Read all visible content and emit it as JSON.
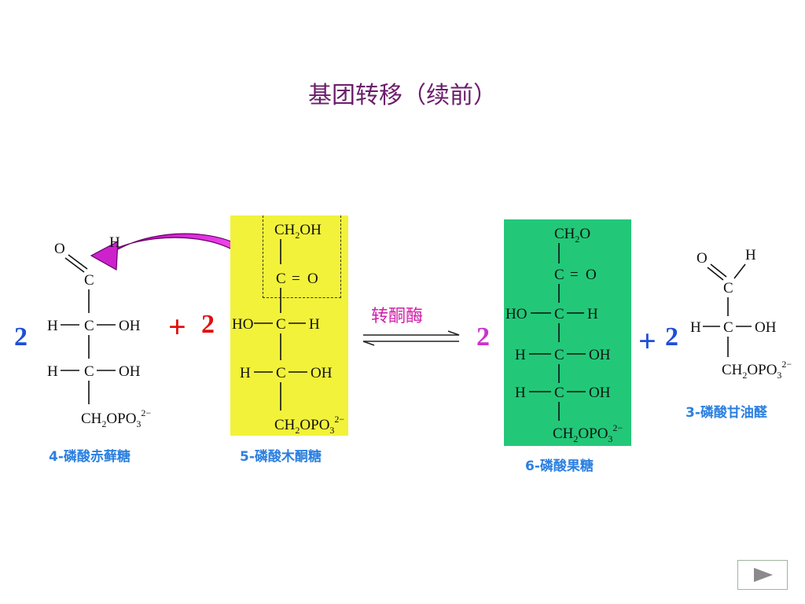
{
  "title": "基团转移（续前）",
  "reaction": {
    "coef_left1": "2",
    "plus1": "+",
    "coef_left2": "2",
    "enzyme": "转酮酶",
    "coef_right1": "2",
    "plus2": "+",
    "coef_right2": "2"
  },
  "molecules": {
    "erythrose": {
      "name": "4-磷酸赤藓糖",
      "atoms": {
        "o": "O",
        "h_top": "H",
        "c1": "C",
        "h2": "H",
        "c2": "C",
        "oh2": "OH",
        "h3": "H",
        "c3": "C",
        "oh3": "OH",
        "tail": "CH",
        "tail_sub": "2",
        "tail_mid": "OPO",
        "tail_sub2": "3",
        "tail_sup": "2−"
      }
    },
    "xylulose": {
      "name": "5-磷酸木酮糖",
      "atoms": {
        "top": "CH",
        "top_sub": "2",
        "top_tail": "OH",
        "c2": "C",
        "eq": "=",
        "o2": "O",
        "ho3": "HO",
        "c3": "C",
        "h3": "H",
        "h4": "H",
        "c4": "C",
        "oh4": "OH",
        "tail": "CH",
        "tail_sub": "2",
        "tail_mid": "OPO",
        "tail_sub2": "3",
        "tail_sup": "2−"
      },
      "highlight_color": "#f2f23a"
    },
    "fructose": {
      "name": "6-磷酸果糖",
      "atoms": {
        "top": "CH",
        "top_sub": "2",
        "top_tail": "O",
        "c2": "C",
        "eq": "=",
        "o2": "O",
        "ho3": "HO",
        "c3": "C",
        "h3": "H",
        "h4": "H",
        "c4": "C",
        "oh4": "OH",
        "h5": "H",
        "c5": "C",
        "oh5": "OH",
        "tail": "CH",
        "tail_sub": "2",
        "tail_mid": "OPO",
        "tail_sub2": "3",
        "tail_sup": "2−"
      },
      "highlight_color": "#22c878"
    },
    "glyceraldehyde": {
      "name": "3-磷酸甘油醛",
      "atoms": {
        "o": "O",
        "h_top": "H",
        "c1": "C",
        "h2": "H",
        "c2": "C",
        "oh2": "OH",
        "tail": "CH",
        "tail_sub": "2",
        "tail_mid": "OPO",
        "tail_sub2": "3",
        "tail_sup": "2−"
      }
    }
  },
  "colors": {
    "title": "#6b1d6b",
    "coef_blue": "#1f4fd8",
    "coef_red": "#e01010",
    "coef_magenta": "#cc33cc",
    "enzyme": "#d01fa8",
    "label": "#2b7fe0",
    "arrow": "#d020d0"
  },
  "nav": {
    "icon": "play-triangle-icon"
  }
}
